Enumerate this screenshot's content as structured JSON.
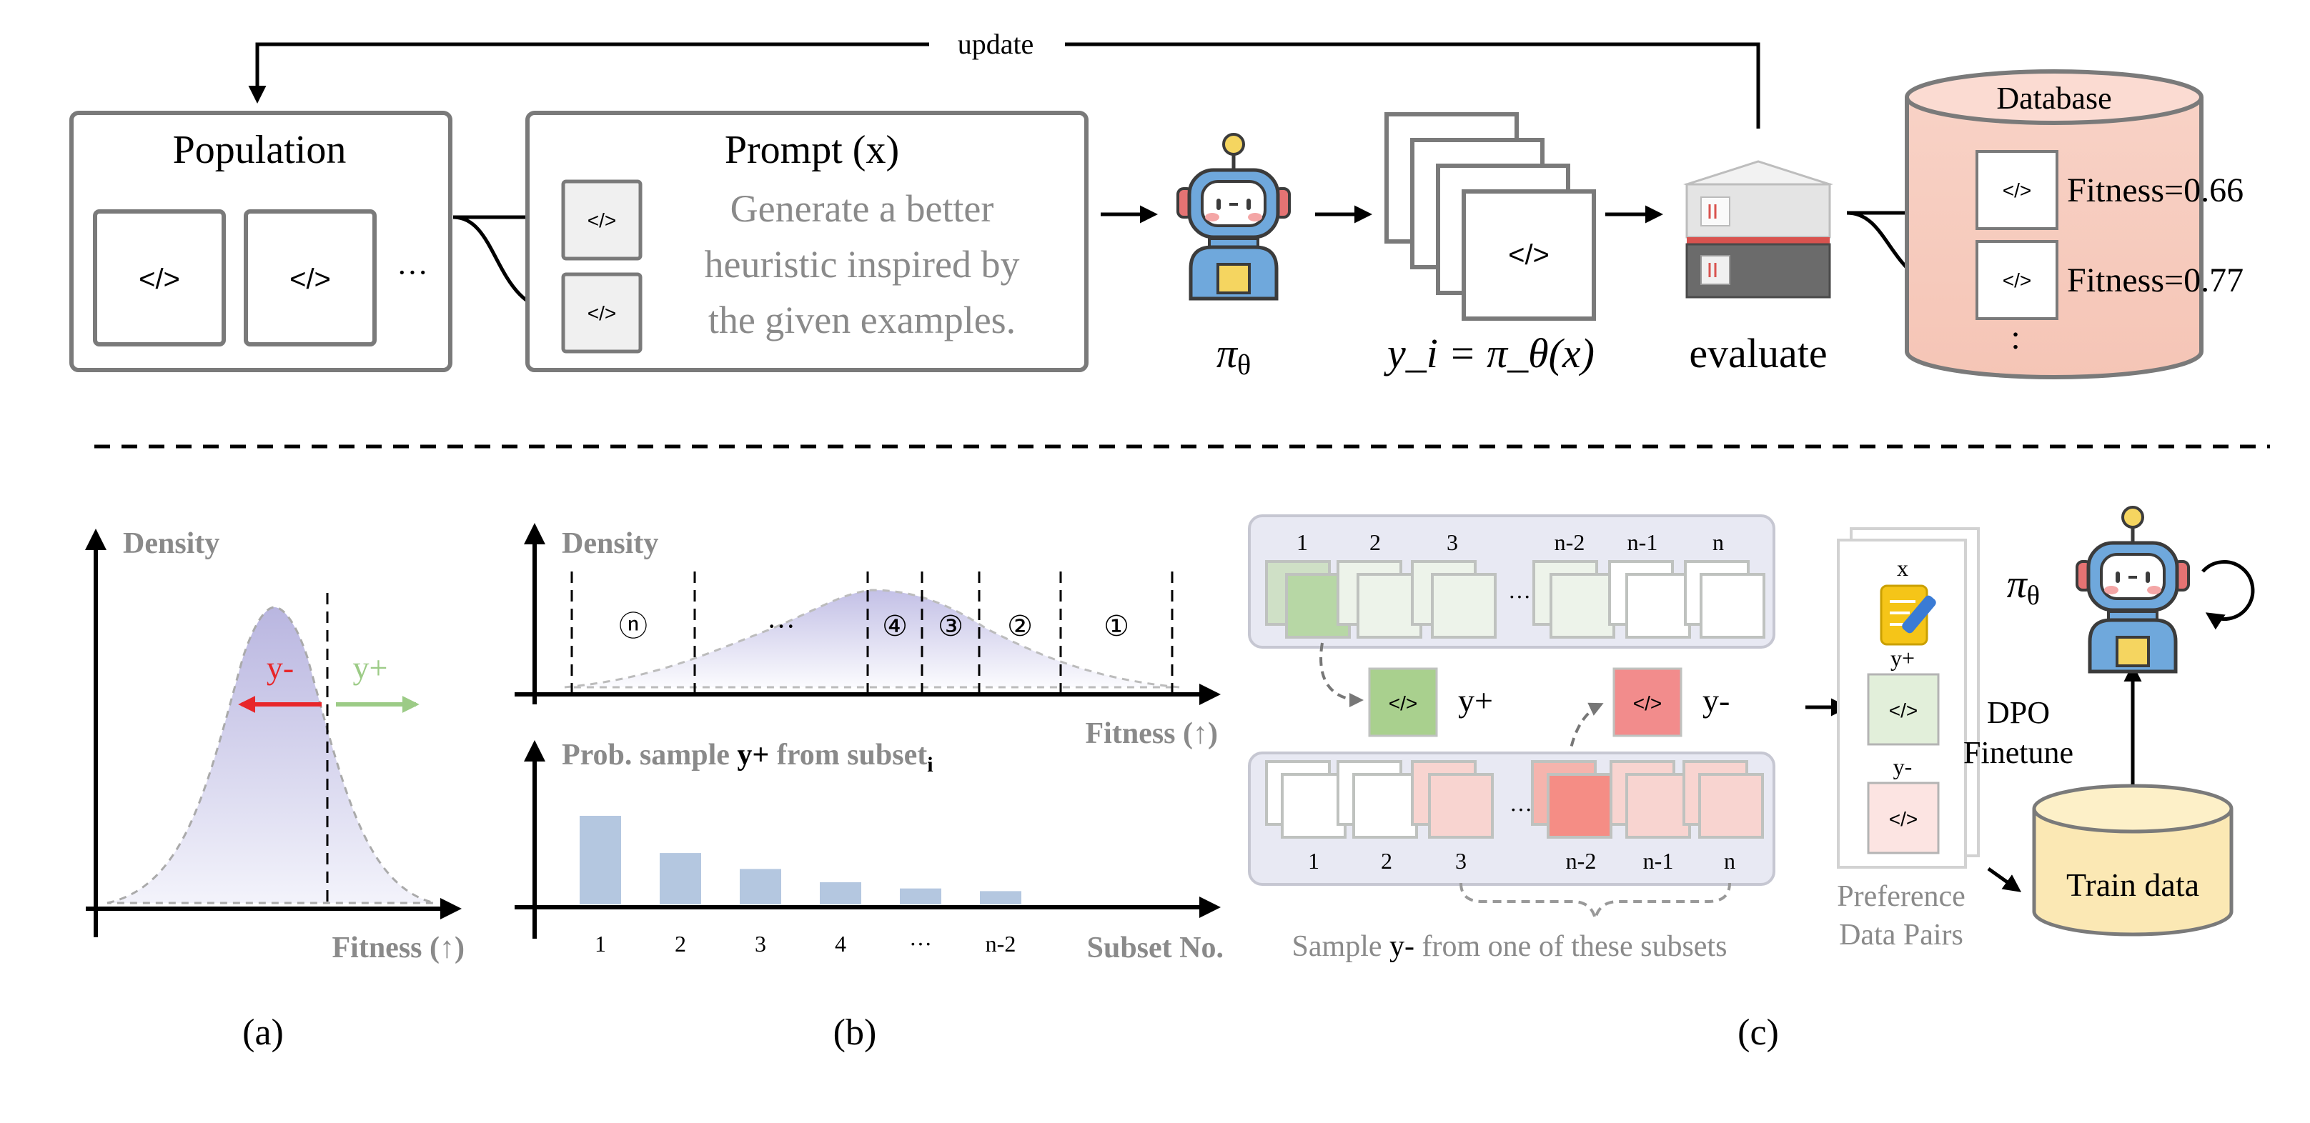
{
  "top": {
    "update_label": "update",
    "population_title": "Population",
    "code_glyph": "</>",
    "ellipsis": "···",
    "prompt_title": "Prompt (x)",
    "prompt_lines": [
      "Generate a better",
      "heuristic inspired by",
      "the given examples."
    ],
    "policy_label": "π",
    "policy_sub": "θ",
    "outputs_label": "y_i = π_θ(x)",
    "evaluate_label": "evaluate",
    "database_title": "Database",
    "db_rows": [
      "Fitness=0.66",
      "Fitness=0.77"
    ],
    "db_more": ":"
  },
  "panel_a": {
    "ylabel": "Density",
    "xlabel": "Fitness (↑)",
    "y_minus": "y-",
    "y_plus": "y+",
    "caption": "(a)"
  },
  "panel_b": {
    "ylabel": "Density",
    "xlabel": "Fitness (↑)",
    "subset_marks": [
      "ⓝ",
      "···",
      "④",
      "③",
      "②",
      "①"
    ],
    "bar_ylabel_prefix": "Prob. sample ",
    "bar_ylabel_bold": "y+",
    "bar_ylabel_suffix": " from subset",
    "bar_ylabel_sub": "i",
    "bar_xlabel": "Subset No.",
    "caption": "(b)"
  },
  "chart_data": {
    "type": "bar",
    "categories": [
      "1",
      "2",
      "3",
      "4",
      "···",
      "n-2"
    ],
    "values": [
      1.0,
      0.58,
      0.4,
      0.25,
      0.18,
      0.15
    ],
    "xlabel": "Subset No.",
    "ylabel": "Prob. sample y+ from subset_i"
  },
  "panel_c": {
    "top_labels": [
      "1",
      "2",
      "3",
      "n-2",
      "n-1",
      "n"
    ],
    "bottom_labels": [
      "1",
      "2",
      "3",
      "n-2",
      "n-1",
      "n"
    ],
    "ellipsis": "···",
    "y_plus": "y+",
    "y_minus": "y-",
    "pref_x": "x",
    "pref_yplus": "y+",
    "pref_yminus": "y-",
    "pref_caption": [
      "Preference",
      "Data Pairs"
    ],
    "sample_prefix": "Sample ",
    "sample_bold": "y-",
    "sample_suffix": " from one of these subsets",
    "dpo_lines": [
      "DPO",
      "Finetune"
    ],
    "policy_label": "π",
    "policy_sub": "θ",
    "train_data": "Train data",
    "caption": "(c)"
  }
}
